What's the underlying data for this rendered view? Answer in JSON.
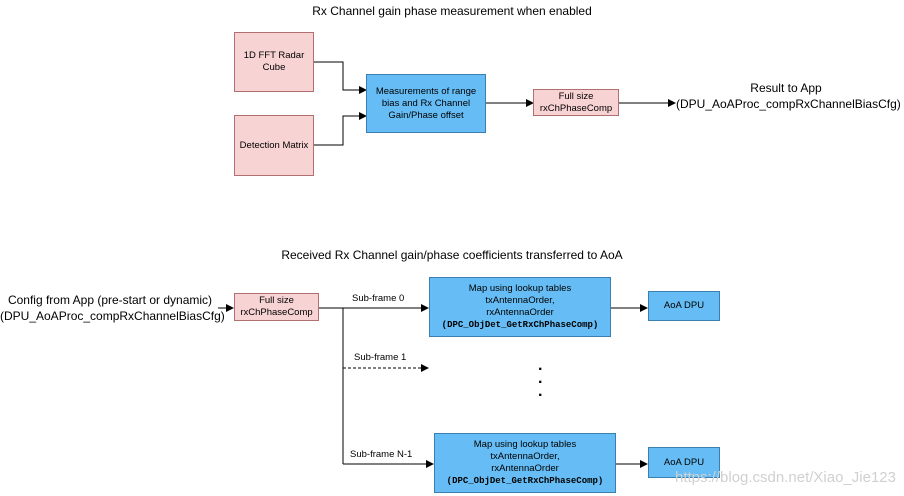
{
  "top": {
    "title": "Rx Channel gain phase measurement when enabled",
    "radar_cube": [
      "1D FFT Radar",
      "Cube"
    ],
    "detection_matrix": "Detection Matrix",
    "measurements": [
      "Measurements of range",
      "bias and Rx Channel",
      "Gain/Phase offset"
    ],
    "full_size": [
      "Full size",
      "rxChPhaseComp"
    ],
    "result": [
      "Result to App",
      "(DPU_AoAProc_compRxChannelBiasCfg)"
    ]
  },
  "bottom": {
    "title": "Received Rx Channel gain/phase coefficients transferred to AoA",
    "config": [
      "Config from App (pre-start or dynamic)",
      "(DPU_AoAProc_compRxChannelBiasCfg)"
    ],
    "full_size": [
      "Full size",
      "rxChPhaseComp"
    ],
    "subframe0": "Sub-frame 0",
    "subframe1": "Sub-frame 1",
    "subframeN": "Sub-frame N-1",
    "map_lines": [
      "Map using lookup tables",
      "txAntennaOrder,",
      "rxAntennaOrder"
    ],
    "map_func": "(DPC_ObjDet_GetRxChPhaseComp)",
    "aoa_dpu": "AoA DPU",
    "ellipsis": "·\n·\n·"
  },
  "watermark": "https://blog.csdn.net/Xiao_Jie123",
  "colors": {
    "pink_box": "#f8d3d3",
    "blue_box": "#66bdf5"
  }
}
